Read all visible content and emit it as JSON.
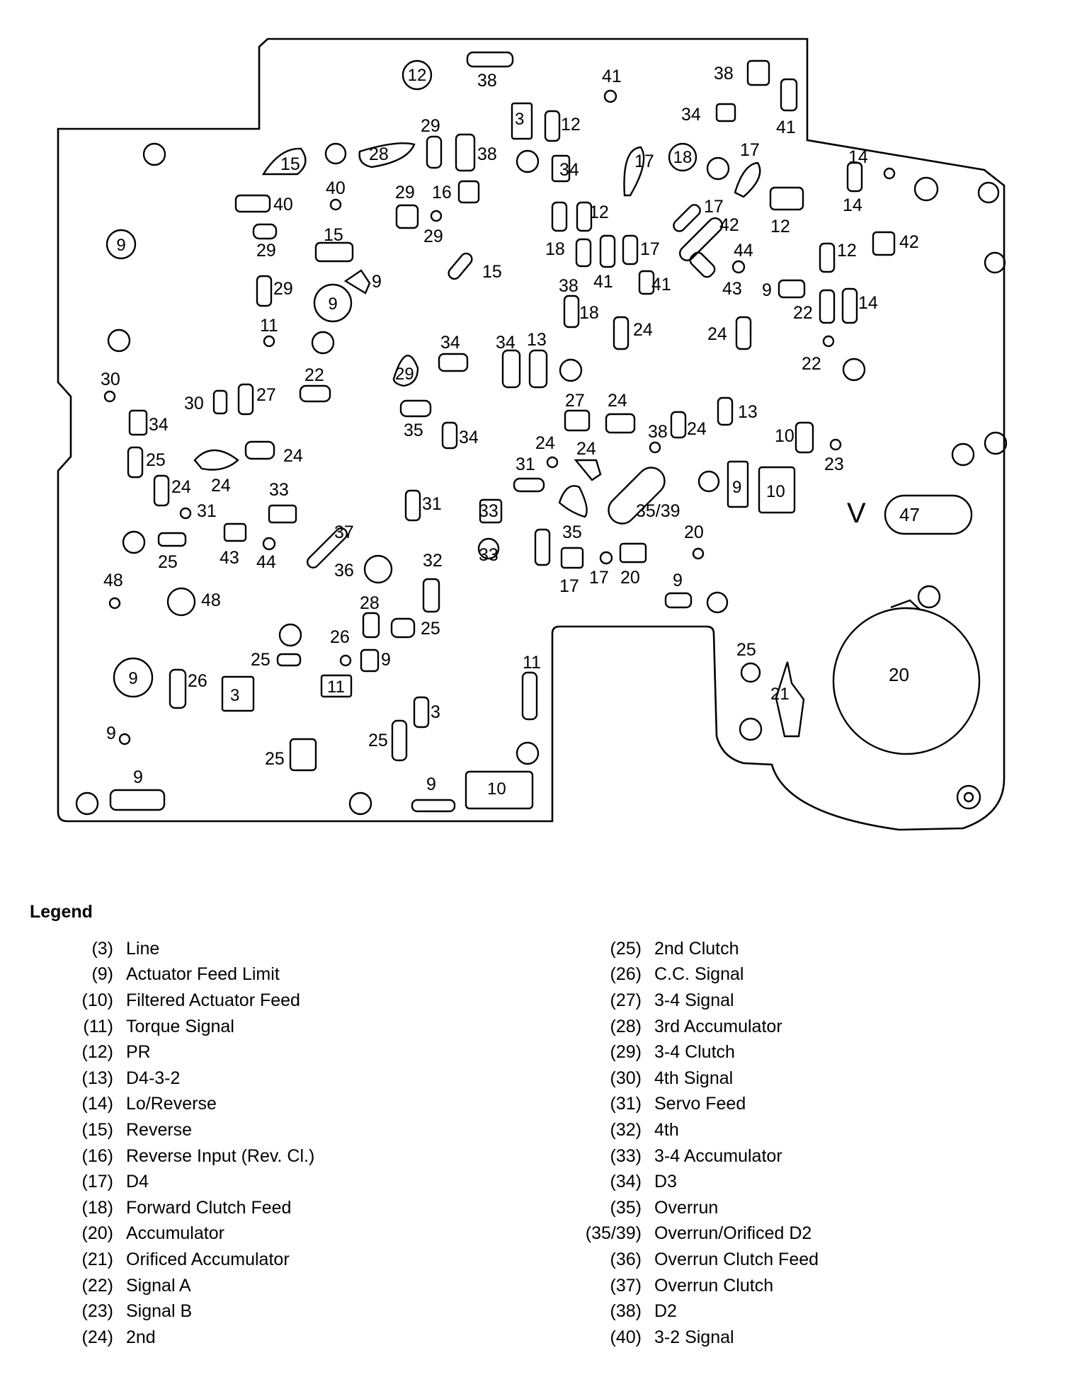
{
  "diagram": {
    "numbers": [
      "3",
      "9",
      "10",
      "11",
      "12",
      "13",
      "14",
      "15",
      "16",
      "17",
      "18",
      "20",
      "21",
      "22",
      "23",
      "24",
      "25",
      "26",
      "27",
      "28",
      "29",
      "30",
      "31",
      "32",
      "33",
      "34",
      "35",
      "35/39",
      "36",
      "37",
      "38",
      "40",
      "41",
      "42",
      "43",
      "44",
      "47",
      "48"
    ],
    "symbol": "V"
  },
  "legend": {
    "title": "Legend",
    "left": [
      {
        "code": "(3)",
        "name": "Line"
      },
      {
        "code": "(9)",
        "name": "Actuator Feed Limit"
      },
      {
        "code": "(10)",
        "name": "Filtered Actuator Feed"
      },
      {
        "code": "(11)",
        "name": "Torque Signal"
      },
      {
        "code": "(12)",
        "name": "PR"
      },
      {
        "code": "(13)",
        "name": "D4-3-2"
      },
      {
        "code": "(14)",
        "name": "Lo/Reverse"
      },
      {
        "code": "(15)",
        "name": "Reverse"
      },
      {
        "code": "(16)",
        "name": "Reverse Input (Rev. Cl.)"
      },
      {
        "code": "(17)",
        "name": "D4"
      },
      {
        "code": "(18)",
        "name": "Forward Clutch Feed"
      },
      {
        "code": "(20)",
        "name": "Accumulator"
      },
      {
        "code": "(21)",
        "name": "Orificed Accumulator"
      },
      {
        "code": "(22)",
        "name": "Signal A"
      },
      {
        "code": "(23)",
        "name": "Signal B"
      },
      {
        "code": "(24)",
        "name": "2nd"
      }
    ],
    "right": [
      {
        "code": "(25)",
        "name": "2nd Clutch"
      },
      {
        "code": "(26)",
        "name": "C.C. Signal"
      },
      {
        "code": "(27)",
        "name": "3-4 Signal"
      },
      {
        "code": "(28)",
        "name": "3rd Accumulator"
      },
      {
        "code": "(29)",
        "name": "3-4 Clutch"
      },
      {
        "code": "(30)",
        "name": "4th Signal"
      },
      {
        "code": "(31)",
        "name": "Servo Feed"
      },
      {
        "code": "(32)",
        "name": "4th"
      },
      {
        "code": "(33)",
        "name": "3-4 Accumulator"
      },
      {
        "code": "(34)",
        "name": "D3"
      },
      {
        "code": "(35)",
        "name": "Overrun"
      },
      {
        "code": "(35/39)",
        "name": "Overrun/Orificed D2"
      },
      {
        "code": "(36)",
        "name": "Overrun Clutch Feed"
      },
      {
        "code": "(37)",
        "name": "Overrun Clutch"
      },
      {
        "code": "(38)",
        "name": "D2"
      },
      {
        "code": "(40)",
        "name": "3-2 Signal"
      }
    ]
  }
}
